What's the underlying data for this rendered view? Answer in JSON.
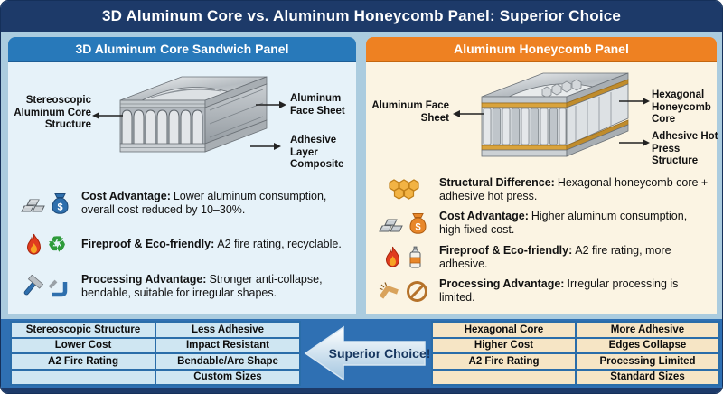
{
  "title": "3D Aluminum Core vs. Aluminum Honeycomb Panel: Superior Choice",
  "colors": {
    "outer_navy": "#1d3a69",
    "backdrop_blue": "#abccdf",
    "left_header_blue": "#2879ba",
    "left_body_blue": "#e6f2f9",
    "right_header_orange": "#ee8122",
    "right_body_cream": "#fbf4e3",
    "bottom_band_blue": "#2f70b3",
    "left_cell_blue": "#cfe6f2",
    "right_cell_cream": "#f6e5c5",
    "table_border_blue": "#2a6da9"
  },
  "left_panel": {
    "header": "3D Aluminum Core Sandwich Panel",
    "diagram": {
      "left_label": "Stereoscopic Aluminum Core Structure",
      "right_top_label": "Aluminum Face Sheet",
      "right_bottom_label": "Adhesive Layer Composite"
    },
    "bullets": [
      {
        "icons": [
          "ingot-stack-icon",
          "money-bag-icon"
        ],
        "label": "Cost Advantage:",
        "text": "Lower aluminum consumption, overall cost reduced by 10–30%."
      },
      {
        "icons": [
          "fire-icon",
          "recycle-icon"
        ],
        "label": "Fireproof & Eco-friendly:",
        "text": "A2 fire rating, recyclable."
      },
      {
        "icons": [
          "hammer-icon",
          "bend-tool-icon"
        ],
        "label": "Processing Advantage:",
        "text": "Stronger anti-collapse, bendable, suitable for irregular shapes."
      }
    ]
  },
  "right_panel": {
    "header": "Aluminum Honeycomb Panel",
    "diagram": {
      "left_label": "Aluminum Face Sheet",
      "right_top_label": "Hexagonal Honeycomb Core",
      "right_bottom_label": "Adhesive Hot Press Structure"
    },
    "bullets": [
      {
        "icons": [
          "honeycomb-icon"
        ],
        "label": "Structural Difference:",
        "text": "Hexagonal honeycomb core + adhesive hot press."
      },
      {
        "icons": [
          "ingot-stack-icon",
          "money-bag-icon"
        ],
        "label": "Cost Advantage:",
        "text": "Higher aluminum consumption, high fixed cost."
      },
      {
        "icons": [
          "fire-icon",
          "glue-bottle-icon"
        ],
        "label": "Fireproof & Eco-friendly:",
        "text": "A2 fire rating, more adhesive."
      },
      {
        "icons": [
          "bent-sheet-icon",
          "no-entry-icon"
        ],
        "label": "Processing Advantage:",
        "text": "Irregular processing is limited."
      }
    ]
  },
  "bottom": {
    "left_table": {
      "col1": [
        "Stereoscopic Structure",
        "Lower Cost",
        "A2 Fire Rating",
        ""
      ],
      "col2": [
        "Less Adhesive",
        "Impact Resistant",
        "Bendable/Arc Shape",
        "Custom Sizes"
      ]
    },
    "arrow_label": "Superior Choice!",
    "right_table": {
      "col1": [
        "Hexagonal Core",
        "Higher Cost",
        "A2 Fire Rating",
        ""
      ],
      "col2": [
        "More Adhesive",
        "Edges Collapse",
        "Processing Limited",
        "Standard Sizes"
      ]
    }
  }
}
